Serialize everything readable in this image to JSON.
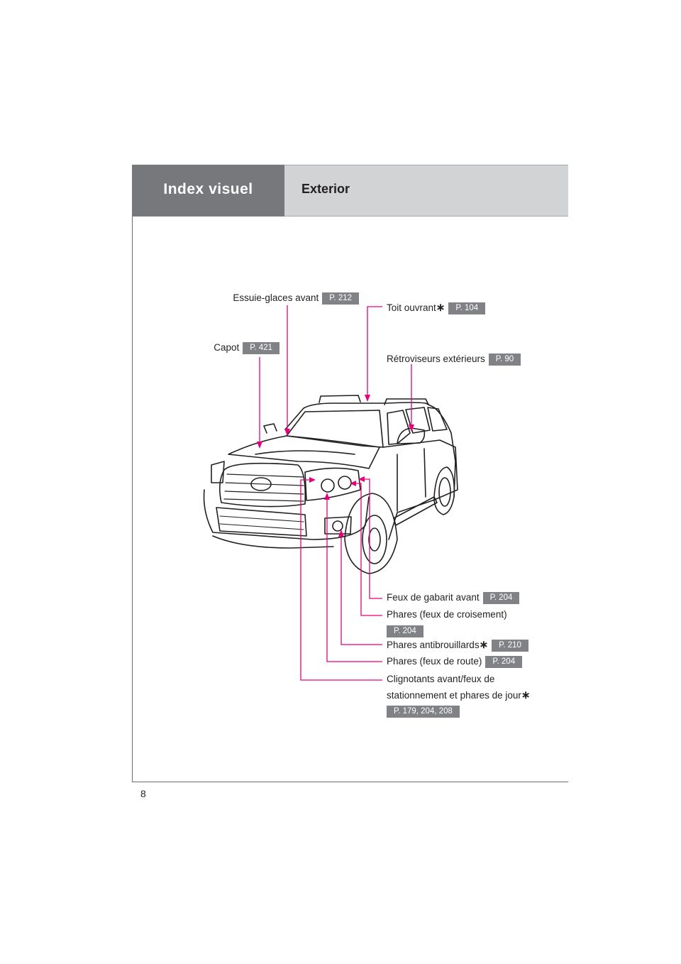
{
  "header": {
    "section_title": "Index visuel",
    "subsection_title": "Exterior"
  },
  "page_number": "8",
  "callouts": {
    "essuie_glaces": {
      "label": "Essuie-glaces avant",
      "ref": "P. 212"
    },
    "capot": {
      "label": "Capot",
      "ref": "P. 421"
    },
    "toit_ouvrant": {
      "label": "Toit ouvrant",
      "asterisk": "∗",
      "ref": "P. 104"
    },
    "retroviseurs": {
      "label": "Rétroviseurs extérieurs",
      "ref": "P. 90"
    },
    "feux_gabarit": {
      "label": "Feux de gabarit avant",
      "ref": "P. 204"
    },
    "phares_croisement": {
      "label": "Phares (feux de croisement)",
      "ref": "P. 204"
    },
    "phares_antibrouillards": {
      "label": "Phares antibrouillards",
      "asterisk": "∗",
      "ref": "P. 210"
    },
    "phares_route": {
      "label": "Phares (feux de route)",
      "ref": "P. 204"
    },
    "clignotants": {
      "label_line1": "Clignotants avant/feux de",
      "label_line2": "stationnement et phares de jour",
      "asterisk": "∗",
      "ref": "P. 179, 204, 208"
    }
  },
  "colors": {
    "leader_line": "#e6007e",
    "ref_badge": "#808285",
    "header_dark": "#77787b",
    "header_light": "#d1d3d4"
  }
}
